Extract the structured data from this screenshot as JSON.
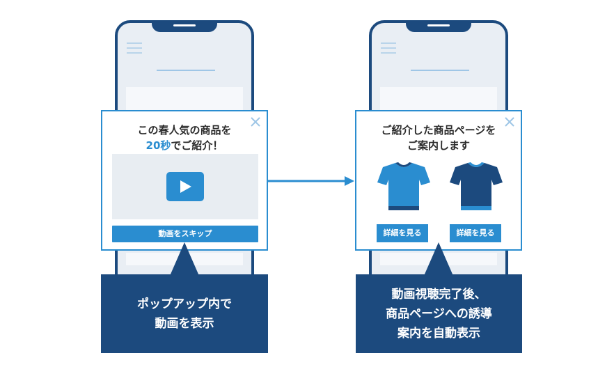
{
  "colors": {
    "accent": "#2a8dd0",
    "navy": "#1c4a7e",
    "shirt_light": "#2a8dd0",
    "shirt_dark": "#1c4a7e"
  },
  "left_popup": {
    "title_line1": "この春人気の商品を",
    "title_highlight": "20秒",
    "title_line2_rest": "でご紹介！",
    "skip_button": "動画をスキップ"
  },
  "right_popup": {
    "title_line1": "ご紹介した商品ページを",
    "title_line2": "ご案内します",
    "detail_button_1": "詳細を見る",
    "detail_button_2": "詳細を見る"
  },
  "left_callout": {
    "line1": "ポップアップ内で",
    "line2": "動画を表示"
  },
  "right_callout": {
    "line1": "動画視聴完了後、",
    "line2": "商品ページへの誘導",
    "line3": "案内を自動表示"
  }
}
